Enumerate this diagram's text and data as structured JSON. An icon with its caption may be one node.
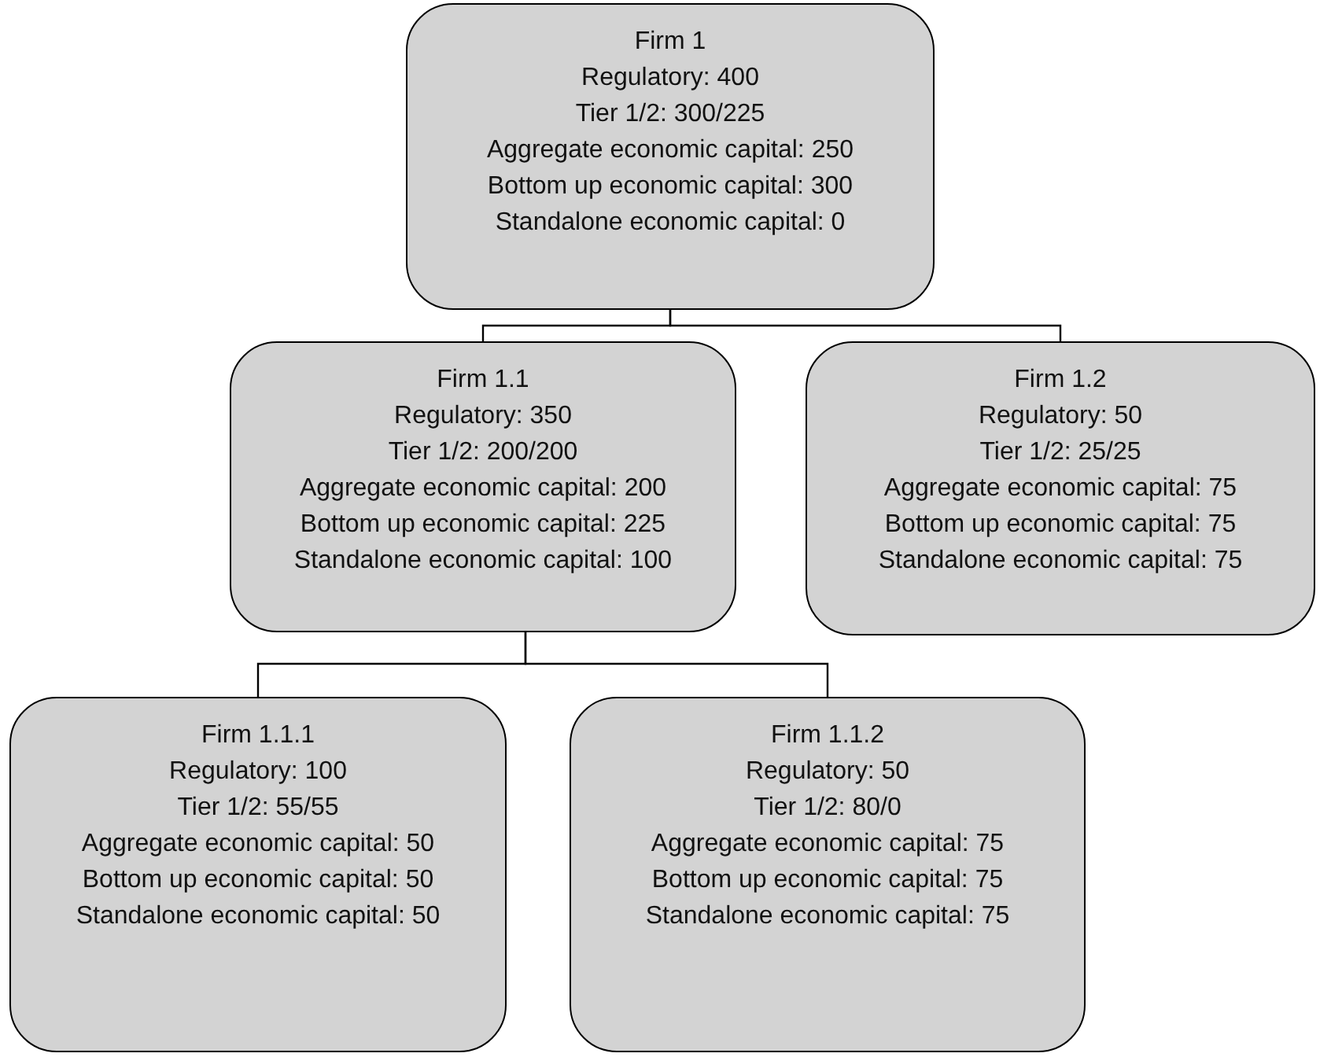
{
  "diagram": {
    "nodes": [
      {
        "text": [
          "Firm 1",
          "Regulatory: 400",
          "Tier 1/2: 300/225",
          "Aggregate economic capital: 250",
          "Bottom up economic capital: 300",
          "Standalone economic capital: 0"
        ]
      },
      {
        "text": [
          "Firm 1.1",
          "Regulatory: 350",
          "Tier 1/2: 200/200",
          "Aggregate economic capital: 200",
          "Bottom up economic capital: 225",
          "Standalone economic capital: 100"
        ]
      },
      {
        "text": [
          "Firm 1.2",
          "Regulatory: 50",
          "Tier 1/2: 25/25",
          "Aggregate economic capital: 75",
          "Bottom up economic capital: 75",
          "Standalone economic capital: 75"
        ]
      },
      {
        "text": [
          "Firm 1.1.1",
          "Regulatory: 100",
          "Tier 1/2: 55/55",
          "Aggregate economic capital: 50",
          "Bottom up economic capital: 50",
          "Standalone economic capital: 50"
        ]
      },
      {
        "text": [
          "Firm 1.1.2",
          "Regulatory: 50",
          "Tier 1/2: 80/0",
          "Aggregate economic capital: 75",
          "Bottom up economic capital: 75",
          "Standalone economic capital: 75"
        ]
      }
    ],
    "edges": [
      {
        "from": 0,
        "to": 1,
        "arrow": "none"
      },
      {
        "from": 0,
        "to": 2,
        "arrow": "none"
      },
      {
        "from": 1,
        "to": 3,
        "arrow": "none"
      },
      {
        "from": 1,
        "to": 4,
        "arrow": "none"
      }
    ]
  }
}
